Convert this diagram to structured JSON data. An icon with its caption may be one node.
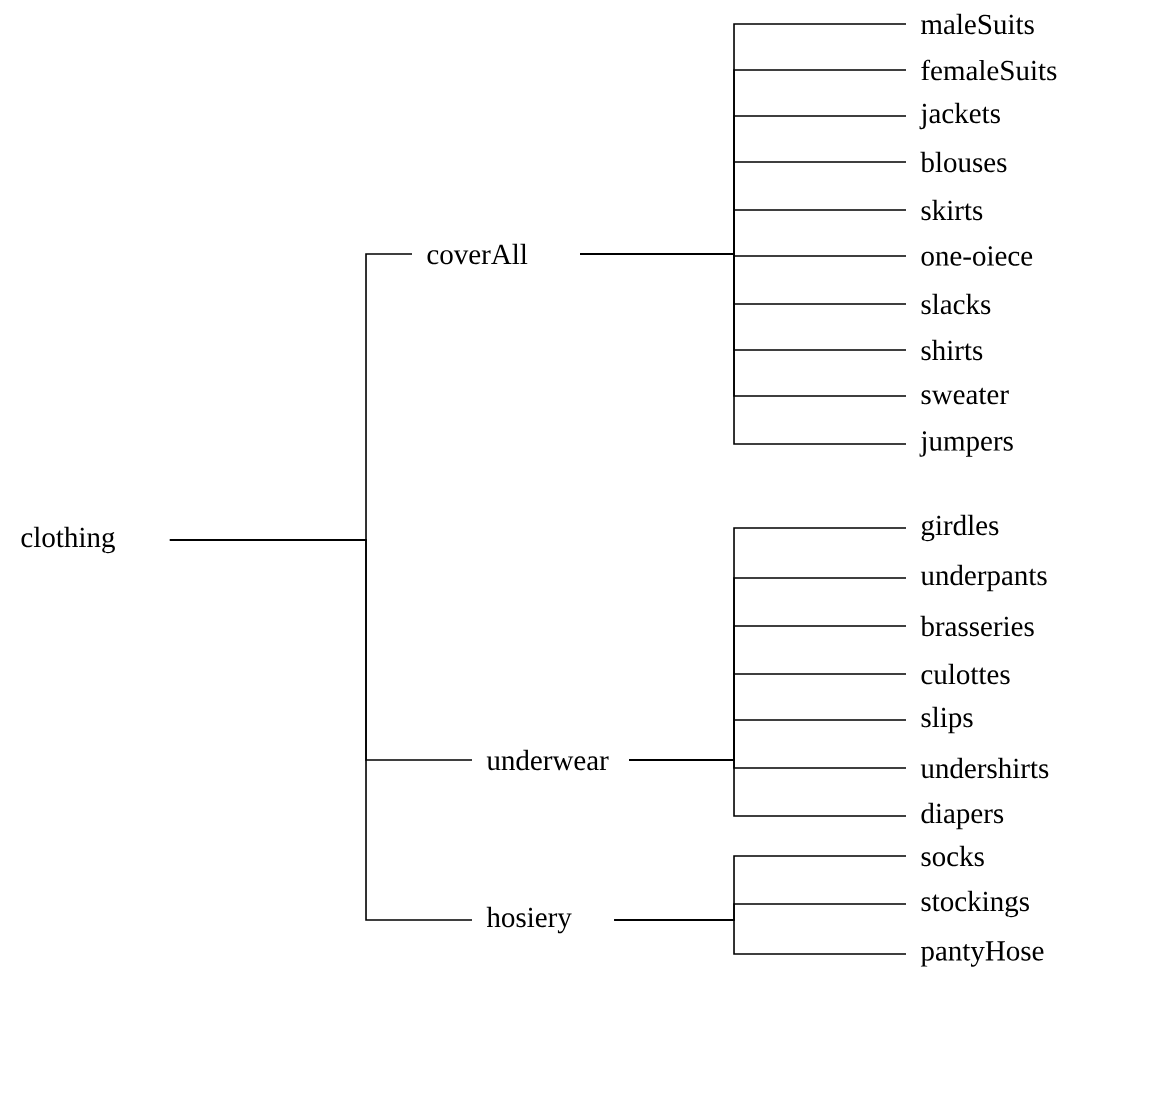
{
  "diagram": {
    "nodes": [
      {
        "text": [
          "clothing"
        ]
      },
      {
        "text": [
          "coverAll"
        ]
      },
      {
        "text": [
          "underwear"
        ]
      },
      {
        "text": [
          "hosiery"
        ]
      },
      {
        "text": [
          "maleSuits"
        ]
      },
      {
        "text": [
          "femaleSuits"
        ]
      },
      {
        "text": [
          "jackets"
        ]
      },
      {
        "text": [
          "blouses"
        ]
      },
      {
        "text": [
          "skirts"
        ]
      },
      {
        "text": [
          "one-oiece"
        ]
      },
      {
        "text": [
          "slacks"
        ]
      },
      {
        "text": [
          "shirts"
        ]
      },
      {
        "text": [
          "sweater"
        ]
      },
      {
        "text": [
          "jumpers"
        ]
      },
      {
        "text": [
          "girdles"
        ]
      },
      {
        "text": [
          "underpants"
        ]
      },
      {
        "text": [
          "brasseries"
        ]
      },
      {
        "text": [
          "culottes"
        ]
      },
      {
        "text": [
          "slips"
        ]
      },
      {
        "text": [
          "undershirts"
        ]
      },
      {
        "text": [
          "diapers"
        ]
      },
      {
        "text": [
          "socks"
        ]
      },
      {
        "text": [
          "stockings"
        ]
      },
      {
        "text": [
          "pantyHose"
        ]
      }
    ],
    "edges": [
      {
        "from": 0,
        "to": 1,
        "arrow": "none"
      },
      {
        "from": 0,
        "to": 2,
        "arrow": "none"
      },
      {
        "from": 0,
        "to": 3,
        "arrow": "none"
      },
      {
        "from": 1,
        "to": 4,
        "arrow": "none"
      },
      {
        "from": 1,
        "to": 5,
        "arrow": "none"
      },
      {
        "from": 1,
        "to": 6,
        "arrow": "none"
      },
      {
        "from": 1,
        "to": 7,
        "arrow": "none"
      },
      {
        "from": 1,
        "to": 8,
        "arrow": "none"
      },
      {
        "from": 1,
        "to": 9,
        "arrow": "none"
      },
      {
        "from": 1,
        "to": 10,
        "arrow": "none"
      },
      {
        "from": 1,
        "to": 11,
        "arrow": "none"
      },
      {
        "from": 1,
        "to": 12,
        "arrow": "none"
      },
      {
        "from": 1,
        "to": 13,
        "arrow": "none"
      },
      {
        "from": 2,
        "to": 14,
        "arrow": "none"
      },
      {
        "from": 2,
        "to": 15,
        "arrow": "none"
      },
      {
        "from": 2,
        "to": 16,
        "arrow": "none"
      },
      {
        "from": 2,
        "to": 17,
        "arrow": "none"
      },
      {
        "from": 2,
        "to": 18,
        "arrow": "none"
      },
      {
        "from": 2,
        "to": 19,
        "arrow": "none"
      },
      {
        "from": 2,
        "to": 20,
        "arrow": "none"
      },
      {
        "from": 3,
        "to": 21,
        "arrow": "none"
      },
      {
        "from": 3,
        "to": 22,
        "arrow": "none"
      },
      {
        "from": 3,
        "to": 23,
        "arrow": "none"
      }
    ]
  }
}
